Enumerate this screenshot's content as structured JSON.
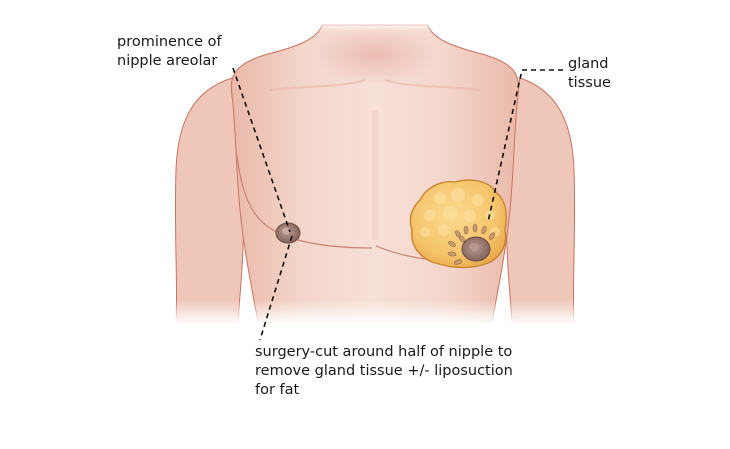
{
  "figure": {
    "title": "Gynecomastia surgery illustration",
    "colors": {
      "background": "#ffffff",
      "skin_light": "#f6dcd3",
      "skin_mid": "#efc4b6",
      "skin_shadow": "#e3a898",
      "skin_outline": "#c8735e",
      "gland_fill": "#f5c36a",
      "gland_outline": "#c9842e",
      "nipple_fill": "#9a7b72",
      "nipple_outline": "#6b4a42",
      "leader_line": "#111111",
      "label_text": "#1a1a1a"
    }
  },
  "labels": {
    "nipple_prominence": "prominence of\nnipple areolar",
    "gland_tissue": "gland\ntissue",
    "surgery": "surgery-cut around half of nipple to\nremove gland tissue +/- liposuction\nfor fat"
  }
}
